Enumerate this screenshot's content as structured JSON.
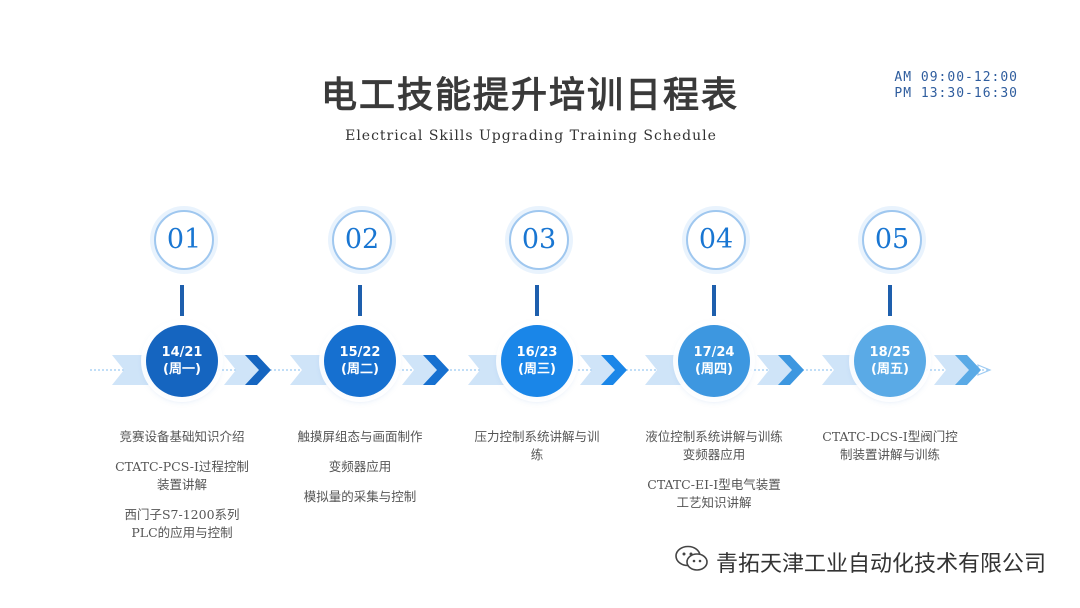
{
  "header": {
    "title": "电工技能提升培训日程表",
    "subtitle": "Electrical Skills Upgrading Training Schedule",
    "time_am": "AM 09:00-12:00",
    "time_pm": "PM 13:30-16:30"
  },
  "steps": [
    {
      "num": "01",
      "date": "14/21",
      "weekday": "(周一)",
      "color": "#1565c0",
      "items": [
        "竞赛设备基础知识介绍",
        "CTATC-PCS-I过程控制装置讲解",
        "西门子S7-1200系列PLC的应用与控制"
      ]
    },
    {
      "num": "02",
      "date": "15/22",
      "weekday": "(周二)",
      "color": "#1670d0",
      "items": [
        "触摸屏组态与画面制作",
        "变频器应用",
        "模拟量的采集与控制"
      ]
    },
    {
      "num": "03",
      "date": "16/23",
      "weekday": "(周三)",
      "color": "#1a86e8",
      "items": [
        "压力控制系统讲解与训练"
      ]
    },
    {
      "num": "04",
      "date": "17/24",
      "weekday": "(周四)",
      "color": "#3d97e0",
      "items": [
        "液位控制系统讲解与训练变频器应用",
        "CTATC-EI-I型电气装置工艺知识讲解"
      ]
    },
    {
      "num": "05",
      "date": "18/25",
      "weekday": "(周五)",
      "color": "#5aaae6",
      "items": [
        "CTATC-DCS-I型阀门控制装置讲解与训练"
      ]
    }
  ],
  "watermark": {
    "text": "青拓天津工业自动化技术有限公司",
    "icon": "wechat-icon"
  }
}
